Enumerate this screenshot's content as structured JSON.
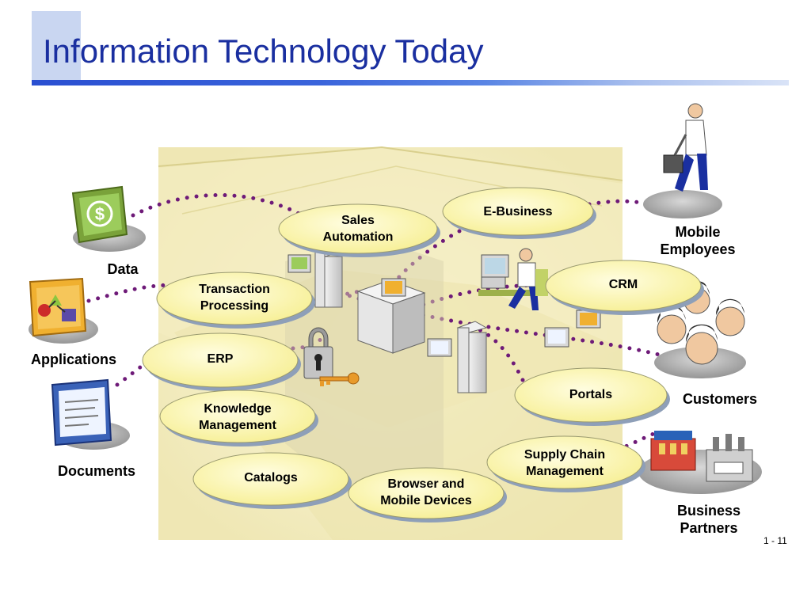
{
  "slide": {
    "title": "Information Technology Today",
    "page_number": "1 - 11"
  },
  "left_items": {
    "data": "Data",
    "applications": "Applications",
    "documents": "Documents"
  },
  "right_items": {
    "mobile_employees": "Mobile\nEmployees",
    "customers": "Customers",
    "business_partners": "Business\nPartners"
  },
  "ovals": {
    "sales_automation": "Sales\nAutomation",
    "e_business": "E-Business",
    "transaction_processing": "Transaction\nProcessing",
    "crm": "CRM",
    "erp": "ERP",
    "portals": "Portals",
    "knowledge_management": "Knowledge\nManagement",
    "supply_chain_management": "Supply Chain\nManagement",
    "catalogs": "Catalogs",
    "browser_mobile_devices": "Browser and\nMobile Devices"
  },
  "colors": {
    "title": "#1a2fa0",
    "oval_fill": "#fdf9b8",
    "dot_line": "#6e1a78",
    "background_panel": "#f5f0cc"
  }
}
